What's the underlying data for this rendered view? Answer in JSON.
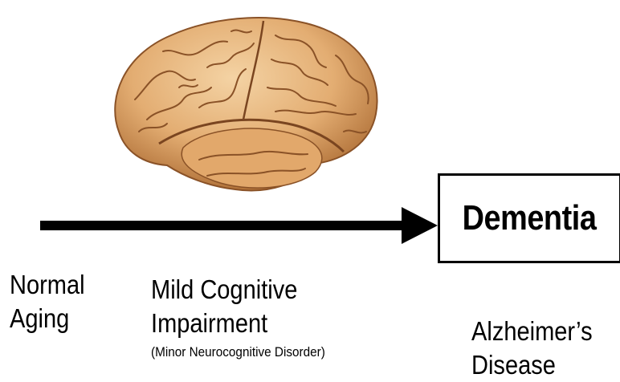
{
  "endpoint": {
    "label": "Dementia"
  },
  "stages": {
    "normal_aging": {
      "line1": "Normal",
      "line2": "Aging"
    },
    "mci": {
      "line1": "Mild Cognitive",
      "line2": "Impairment",
      "subtitle": "(Minor Neurocognitive Disorder)"
    },
    "alzheimers": {
      "line1": "Alzheimer’s",
      "line2": "Disease"
    }
  },
  "illustration": {
    "icon": "brain-icon",
    "colors": {
      "fill": "#e7b57a",
      "shade": "#b9793f",
      "fold": "#8a5227"
    }
  }
}
